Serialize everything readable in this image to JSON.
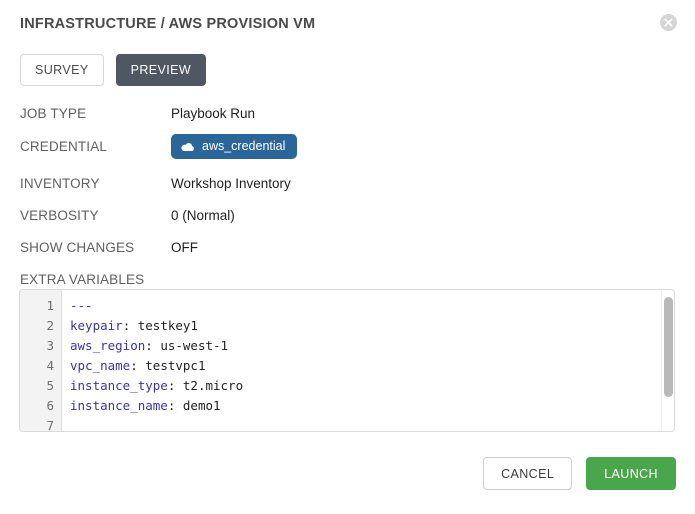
{
  "dialog": {
    "title": "INFRASTRUCTURE / AWS PROVISION VM",
    "close_icon": "close-circle-icon"
  },
  "tabs": [
    {
      "label": "SURVEY",
      "active": false
    },
    {
      "label": "PREVIEW",
      "active": true
    }
  ],
  "fields": [
    {
      "label": "JOB TYPE",
      "value": "Playbook Run",
      "type": "text"
    },
    {
      "label": "CREDENTIAL",
      "value": "aws_credential",
      "type": "badge",
      "icon": "cloud-icon",
      "color": "#2b669a"
    },
    {
      "label": "INVENTORY",
      "value": "Workshop Inventory",
      "type": "text"
    },
    {
      "label": "VERBOSITY",
      "value": "0 (Normal)",
      "type": "text"
    },
    {
      "label": "SHOW CHANGES",
      "value": "OFF",
      "type": "text"
    }
  ],
  "extra_variables": {
    "label": "EXTRA VARIABLES",
    "line_numbers": [
      "1",
      "2",
      "3",
      "4",
      "5",
      "6",
      "7"
    ],
    "lines": [
      {
        "num": "1",
        "key": "---",
        "punct": "",
        "value": ""
      },
      {
        "num": "2",
        "key": "keypair",
        "punct": ":",
        "value": " testkey1"
      },
      {
        "num": "3",
        "key": "aws_region",
        "punct": ":",
        "value": " us-west-1"
      },
      {
        "num": "4",
        "key": "vpc_name",
        "punct": ":",
        "value": " testvpc1"
      },
      {
        "num": "5",
        "key": "instance_type",
        "punct": ":",
        "value": " t2.micro"
      },
      {
        "num": "6",
        "key": "instance_name",
        "punct": ":",
        "value": " demo1"
      },
      {
        "num": "7",
        "key": "",
        "punct": "",
        "value": ""
      }
    ],
    "raw": "---\nkeypair: testkey1\naws_region: us-west-1\nvpc_name: testvpc1\ninstance_type: t2.micro\ninstance_name: demo1\n"
  },
  "footer": {
    "cancel_label": "CANCEL",
    "launch_label": "LAUNCH",
    "launch_color": "#4aa64a"
  }
}
